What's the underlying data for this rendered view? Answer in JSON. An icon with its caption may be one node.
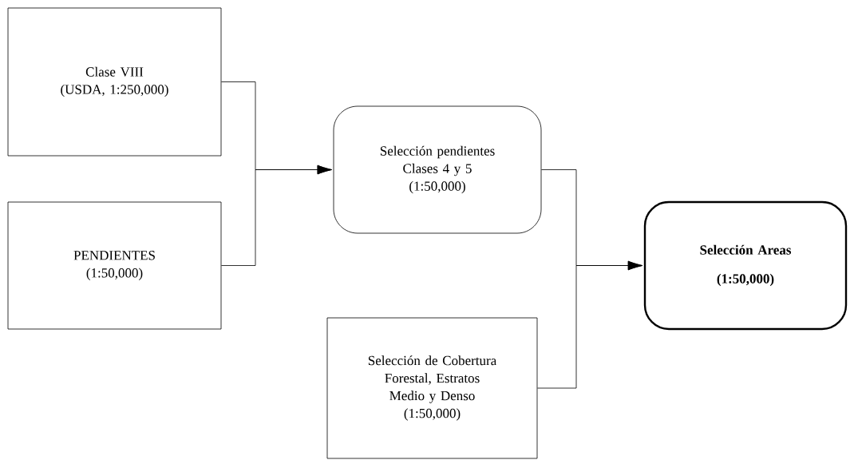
{
  "diagram": {
    "nodes": [
      {
        "text": [
          "Clase VIII",
          "(USDA, 1:250,000)"
        ]
      },
      {
        "text": [
          "PENDIENTES",
          "(1:50,000)"
        ]
      },
      {
        "text": [
          "Selección pendientes Clases 4 y 5",
          "(1:50,000)"
        ]
      },
      {
        "text": [
          "Selección Areas",
          "(1:50,000)"
        ]
      },
      {
        "text": [
          "Selección de Cobertura Forestal, Estratos Medio y Denso",
          "(1:50,000)"
        ]
      }
    ],
    "edges": [
      {
        "from": 0,
        "to": 2,
        "arrow": "to"
      },
      {
        "from": 1,
        "to": 2,
        "arrow": "to"
      },
      {
        "from": 2,
        "to": 3,
        "arrow": "to"
      },
      {
        "from": 4,
        "to": 3,
        "arrow": "to"
      }
    ]
  }
}
